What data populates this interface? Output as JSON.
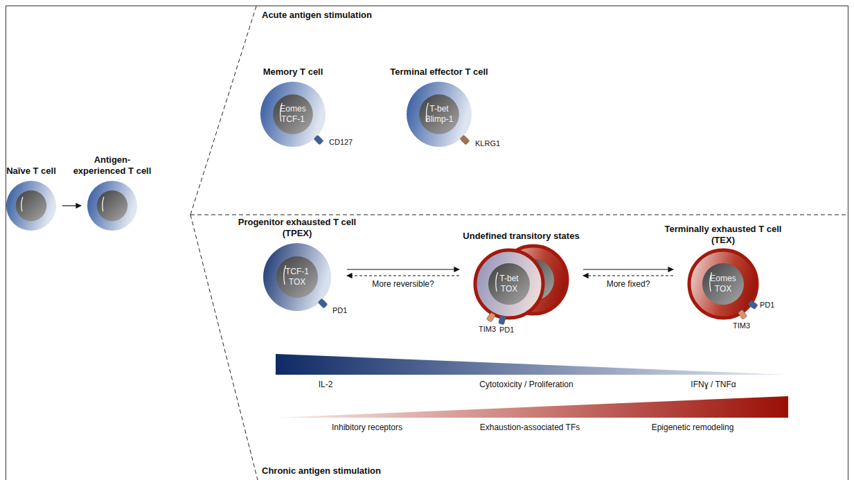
{
  "diagram": {
    "nodes": [
      {
        "text": [
          "Naïve T cell"
        ]
      },
      {
        "text": [
          "Antigen-experienced T cell"
        ]
      },
      {
        "text": [
          "Memory T cell",
          "Eomes TCF-1",
          "CD127"
        ]
      },
      {
        "text": [
          "Terminal effector T cell",
          "T-bet Blimp-1",
          "KLRG1"
        ]
      },
      {
        "text": [
          "Progenitor exhausted T cell (TPEX)",
          "TCF-1 TOX",
          "PD1"
        ]
      },
      {
        "text": [
          "Undefined transitory states",
          "T-bet TOX",
          "TIM3",
          "PD1"
        ]
      },
      {
        "text": [
          "Terminally exhausted T cell (TEX)",
          "Eomes TOX",
          "TIM3",
          "PD1"
        ]
      }
    ],
    "edges": [
      {
        "from": 0,
        "to": 1,
        "arrow": "to"
      },
      {
        "from": 4,
        "to": 5,
        "arrow": "to"
      },
      {
        "from": 5,
        "to": 4,
        "label": "More reversible?",
        "arrow": "to"
      },
      {
        "from": 5,
        "to": 6,
        "arrow": "to"
      },
      {
        "from": 6,
        "to": 5,
        "label": "More fixed?",
        "arrow": "to"
      }
    ],
    "labels": [
      "Acute antigen stimulation",
      "Chronic antigen stimulation",
      "IL-2",
      "Cytotoxicity / Proliferation",
      "IFNɣ / TNFα",
      "Inhibitory receptors",
      "Exhaustion-associated TFs",
      "Epigenetic remodeling"
    ]
  }
}
